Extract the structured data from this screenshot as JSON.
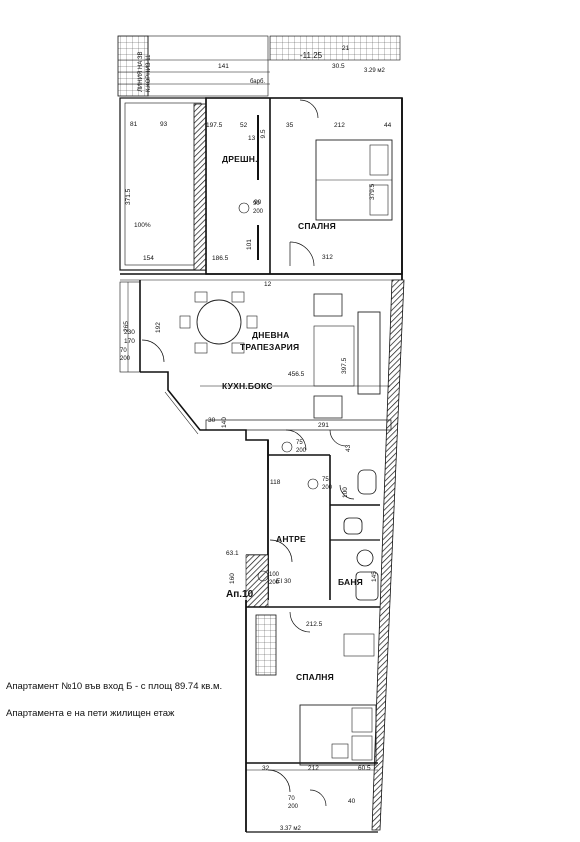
{
  "notes": {
    "line1": "Апартамент №10  във вход Б  - с площ 89.74 кв.м.",
    "line2": "Апартамента е на пети жилищен етаж"
  },
  "plan": {
    "apartment_label": "Ап.10",
    "level_mark": "-11.25",
    "header_line1": "ЛИНИЯ НА ЗВ",
    "header_line2": "К.КОРНИЗ 11",
    "balcony_top_area": "3.29 м2",
    "balcony_bottom_area": "3.37 м2",
    "terrace_percent": "100%",
    "barbecue": "барб.",
    "rooms": {
      "wardrobe": "ДРЕШН.",
      "bedroom_top": "СПАЛНЯ",
      "living": "ДНЕВНА",
      "dining": "ТРАПЕЗАРИЯ",
      "kitchen": "КУХН.БОКС",
      "hall": "АНТРЕ",
      "bath": "БАНЯ",
      "bedroom_bottom": "СПАЛНЯ"
    },
    "door_tags": [
      {
        "top": "90",
        "bottom": "200"
      },
      {
        "top": "70",
        "bottom": "200"
      },
      {
        "top": "75",
        "bottom": "200"
      },
      {
        "top": "75",
        "bottom": "200"
      },
      {
        "top": "100",
        "bottom": "200"
      },
      {
        "top": "70",
        "bottom": "200"
      }
    ],
    "dims": {
      "d141": "141",
      "d21": "21",
      "d30_5": "30.5",
      "d81": "81",
      "d93": "93",
      "d197_5": "197.5",
      "d52": "52",
      "d13": "13",
      "d90": "90",
      "d212a": "212",
      "d44": "44",
      "d35": "35",
      "d379_5": "379.5",
      "d371_5": "371.5",
      "d154": "154",
      "d186_5": "186.5",
      "d101": "101",
      "d312": "312",
      "d265": "265",
      "d170": "170",
      "d230": "230",
      "d192": "192",
      "d397_5": "397.5",
      "d456_5": "456.5",
      "d291": "291",
      "d43": "43",
      "d118": "118",
      "d160": "160",
      "d212_5": "212.5",
      "d212b": "212",
      "d60_5": "60.5",
      "d32": "32",
      "d40": "40",
      "d30": "30",
      "d140": "140",
      "d12": "12",
      "d63_1": "63.1",
      "d100": "100",
      "d145": "145",
      "ei30": "EI 30",
      "d9_5": "9.5"
    }
  }
}
